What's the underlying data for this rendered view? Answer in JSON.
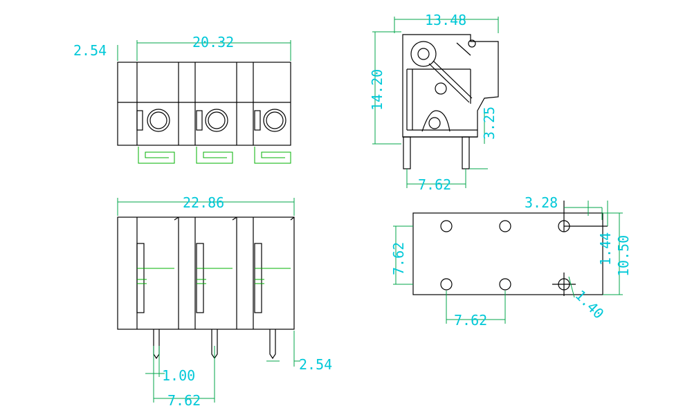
{
  "colors": {
    "outline": "#000000",
    "dimension_line": "#00a64a",
    "dimension_text": "#00c8d8",
    "background": "#ffffff"
  },
  "top_view": {
    "pitch": "2.54",
    "width": "20.32"
  },
  "side_view": {
    "width": "13.48",
    "height": "14.20",
    "pin": "3.25",
    "pin_spacing": "7.62"
  },
  "front_view": {
    "width": "22.86",
    "pin_dia": "1.00",
    "pin_spacing": "7.62",
    "pin_length": "2.54"
  },
  "pcb_layout": {
    "offset": "3.28",
    "row_spacing": "7.62",
    "col_spacing": "7.62",
    "edge": "1.44",
    "depth": "10.50",
    "hole_dia": "1.40"
  }
}
